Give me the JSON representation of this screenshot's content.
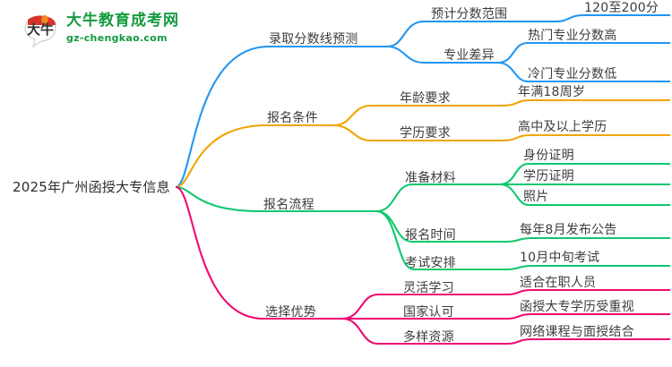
{
  "logo": {
    "mark_alt": "大牛",
    "title": "大牛教育成考网",
    "subtitle": "gz-chengkao.com",
    "brand_green": "#149b3f",
    "brand_red": "#d8332a"
  },
  "mindmap": {
    "root": "2025年广州函授大专信息",
    "colors": {
      "blue": "#2196f3",
      "orange": "#f0a500",
      "green": "#0ec86e",
      "pink": "#ee0a71"
    },
    "branches": [
      {
        "label": "录取分数线预测",
        "color_key": "blue",
        "children": [
          {
            "label": "预计分数范围",
            "children": [
              {
                "label": "120至200分"
              }
            ]
          },
          {
            "label": "专业差异",
            "children": [
              {
                "label": "热门专业分数高"
              },
              {
                "label": "冷门专业分数低"
              }
            ]
          }
        ]
      },
      {
        "label": "报名条件",
        "color_key": "orange",
        "children": [
          {
            "label": "年龄要求",
            "children": [
              {
                "label": "年满18周岁"
              }
            ]
          },
          {
            "label": "学历要求",
            "children": [
              {
                "label": "高中及以上学历"
              }
            ]
          }
        ]
      },
      {
        "label": "报名流程",
        "color_key": "green",
        "children": [
          {
            "label": "准备材料",
            "children": [
              {
                "label": "身份证明"
              },
              {
                "label": "学历证明"
              },
              {
                "label": "照片"
              }
            ]
          },
          {
            "label": "报名时间",
            "children": [
              {
                "label": "每年8月发布公告"
              }
            ]
          },
          {
            "label": "考试安排",
            "children": [
              {
                "label": "10月中旬考试"
              }
            ]
          }
        ]
      },
      {
        "label": "选择优势",
        "color_key": "pink",
        "children": [
          {
            "label": "灵活学习",
            "children": [
              {
                "label": "适合在职人员"
              }
            ]
          },
          {
            "label": "国家认可",
            "children": [
              {
                "label": "函授大专学历受重视"
              }
            ]
          },
          {
            "label": "多样资源",
            "children": [
              {
                "label": "网络课程与面授结合"
              }
            ]
          }
        ]
      }
    ]
  }
}
